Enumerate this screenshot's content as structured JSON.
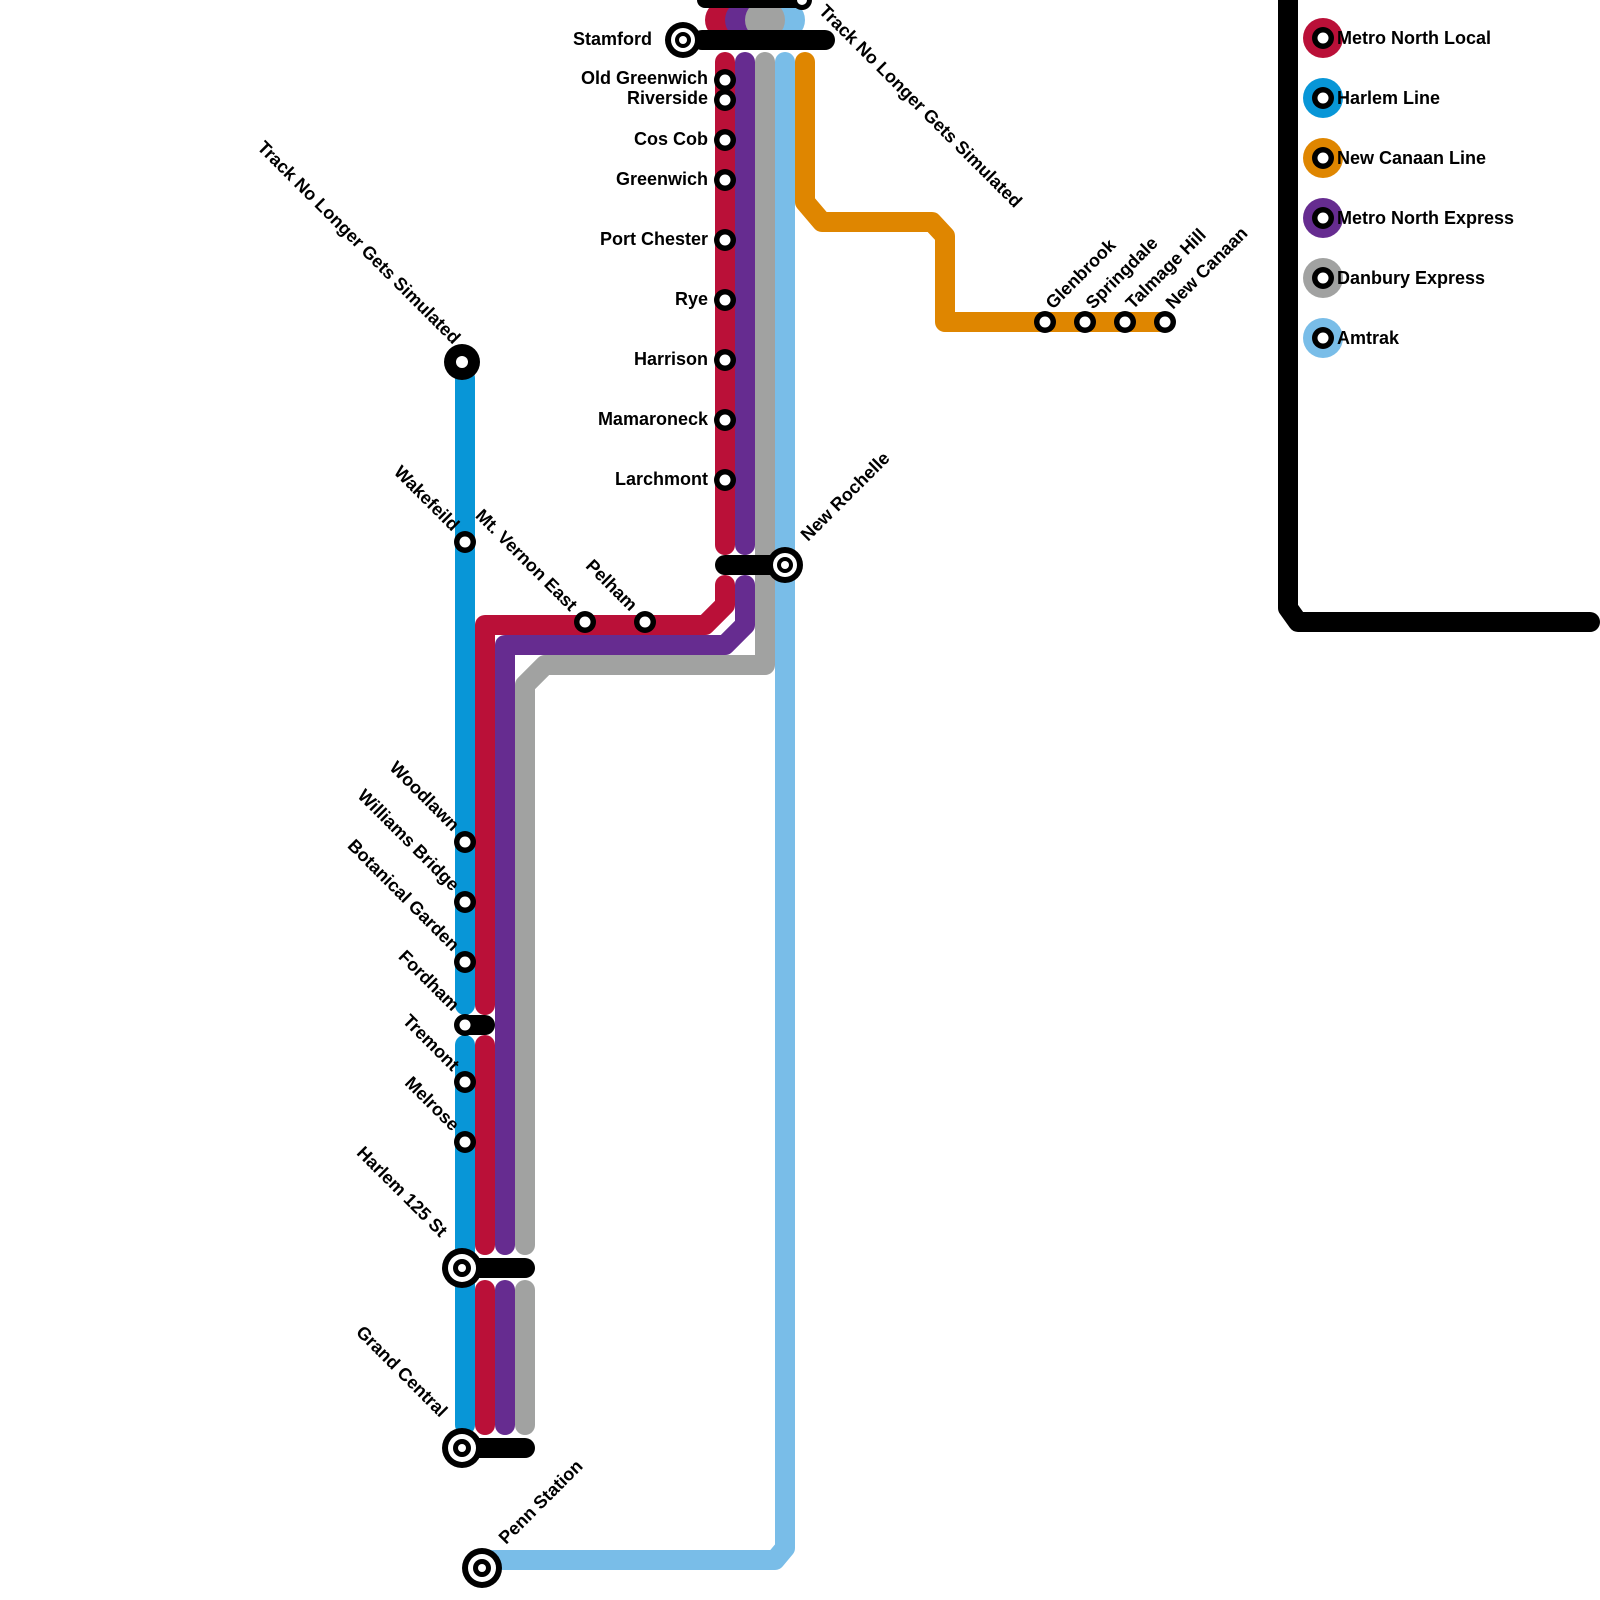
{
  "title": "Metro North Transit Map",
  "colors": {
    "metro_north_local": "#BA1038",
    "harlem_line": "#0896D7",
    "new_canaan_line": "#DF8600",
    "metro_north_express": "#662C90",
    "danbury_express": "#A1A2A1",
    "amtrak": "#79BDE8",
    "interchange": "#000000"
  },
  "legend": [
    {
      "line": "metro_north_local",
      "label": "Metro North Local"
    },
    {
      "line": "harlem_line",
      "label": "Harlem Line"
    },
    {
      "line": "new_canaan_line",
      "label": "New Canaan Line"
    },
    {
      "line": "metro_north_express",
      "label": "Metro North Express"
    },
    {
      "line": "danbury_express",
      "label": "Danbury Express"
    },
    {
      "line": "amtrak",
      "label": "Amtrak"
    }
  ],
  "notes": {
    "harlem_terminus": "Track No Longer Gets Simulated",
    "new_haven_terminus": "Track No Longer Gets Simulated"
  },
  "stations": {
    "new_haven_line": [
      "Stamford",
      "Old Greenwich",
      "Riverside",
      "Cos Cob",
      "Greenwich",
      "Port Chester",
      "Rye",
      "Harrison",
      "Mamaroneck",
      "Larchmont",
      "New Rochelle",
      "Pelham",
      "Mt. Vernon East"
    ],
    "harlem_line": [
      "Wakefeild",
      "Woodlawn",
      "Williams Bridge",
      "Botanical Garden",
      "Fordham",
      "Tremont",
      "Melrose",
      "Harlem 125 St",
      "Grand Central"
    ],
    "new_canaan_line": [
      "Glenbrook",
      "Springdale",
      "Talmage Hill",
      "New Canaan"
    ],
    "amtrak": [
      "Penn Station"
    ]
  },
  "labels": {
    "stamford": "Stamford",
    "old_greenwich": "Old Greenwich",
    "riverside": "Riverside",
    "cos_cob": "Cos Cob",
    "greenwich": "Greenwich",
    "port_chester": "Port Chester",
    "rye": "Rye",
    "harrison": "Harrison",
    "mamaroneck": "Mamaroneck",
    "larchmont": "Larchmont",
    "new_rochelle": "New Rochelle",
    "pelham": "Pelham",
    "mt_vernon_east": "Mt. Vernon East",
    "wakefeild": "Wakefeild",
    "woodlawn": "Woodlawn",
    "williams_bridge": "Williams Bridge",
    "botanical_garden": "Botanical Garden",
    "fordham": "Fordham",
    "tremont": "Tremont",
    "melrose": "Melrose",
    "harlem_125": "Harlem 125 St",
    "grand_central": "Grand Central",
    "penn_station": "Penn Station",
    "glenbrook": "Glenbrook",
    "springdale": "Springdale",
    "talmage_hill": "Talmage Hill",
    "new_canaan": "New Canaan"
  }
}
